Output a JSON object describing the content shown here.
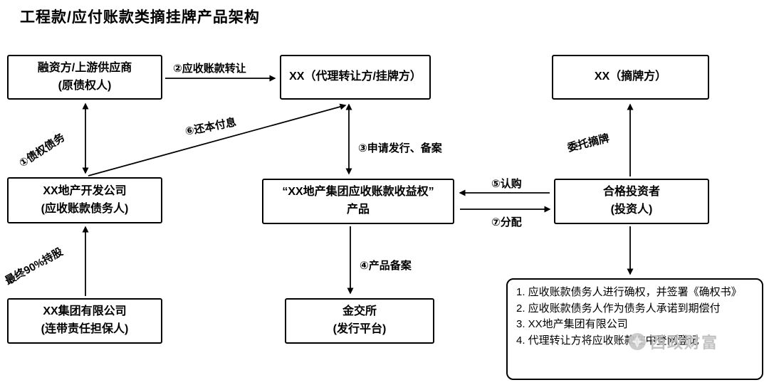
{
  "title": "工程款/应付账款类摘挂牌产品架构",
  "boxes": {
    "financier": {
      "line1": "融资方/上游供应商",
      "line2": "(原债权人)"
    },
    "agent": {
      "line1": "XX（代理转让方/挂牌方）"
    },
    "delisting": {
      "line1": "XX（摘牌方）"
    },
    "developer": {
      "line1": "XX地产开发公司",
      "line2": "(应收账款债务人)"
    },
    "product": {
      "line1": "“XX地产集团应收账款收益权”",
      "line2": "产品"
    },
    "investor": {
      "line1": "合格投资者",
      "line2": "(投资人)"
    },
    "group": {
      "line1": "XX集团有限公司",
      "line2": "(连带责任担保人)"
    },
    "exchange": {
      "line1": "金交所",
      "line2": "(发行平台)"
    }
  },
  "labels": {
    "step1": "①债权债务",
    "step2": "②应收账款转让",
    "step3": "③申请发行、备案",
    "step4": "④产品备案",
    "step5": "⑤认购",
    "step6": "⑥还本付息",
    "step7": "⑦分配",
    "entrust": "委托摘牌",
    "holding": "最终90%持股"
  },
  "notes": {
    "items": [
      "1. 应收账款债务人进行确权，并签署《确权书》",
      "2. 应收账款债务人作为债务人承诺到期偿付",
      "3. XX地产集团有限公司",
      "4. 代理转让方将应收账款在中登网登记"
    ]
  },
  "watermark": {
    "text": "西政财富"
  },
  "colors": {
    "line": "#000000",
    "watermark": "#bdbdbd"
  }
}
